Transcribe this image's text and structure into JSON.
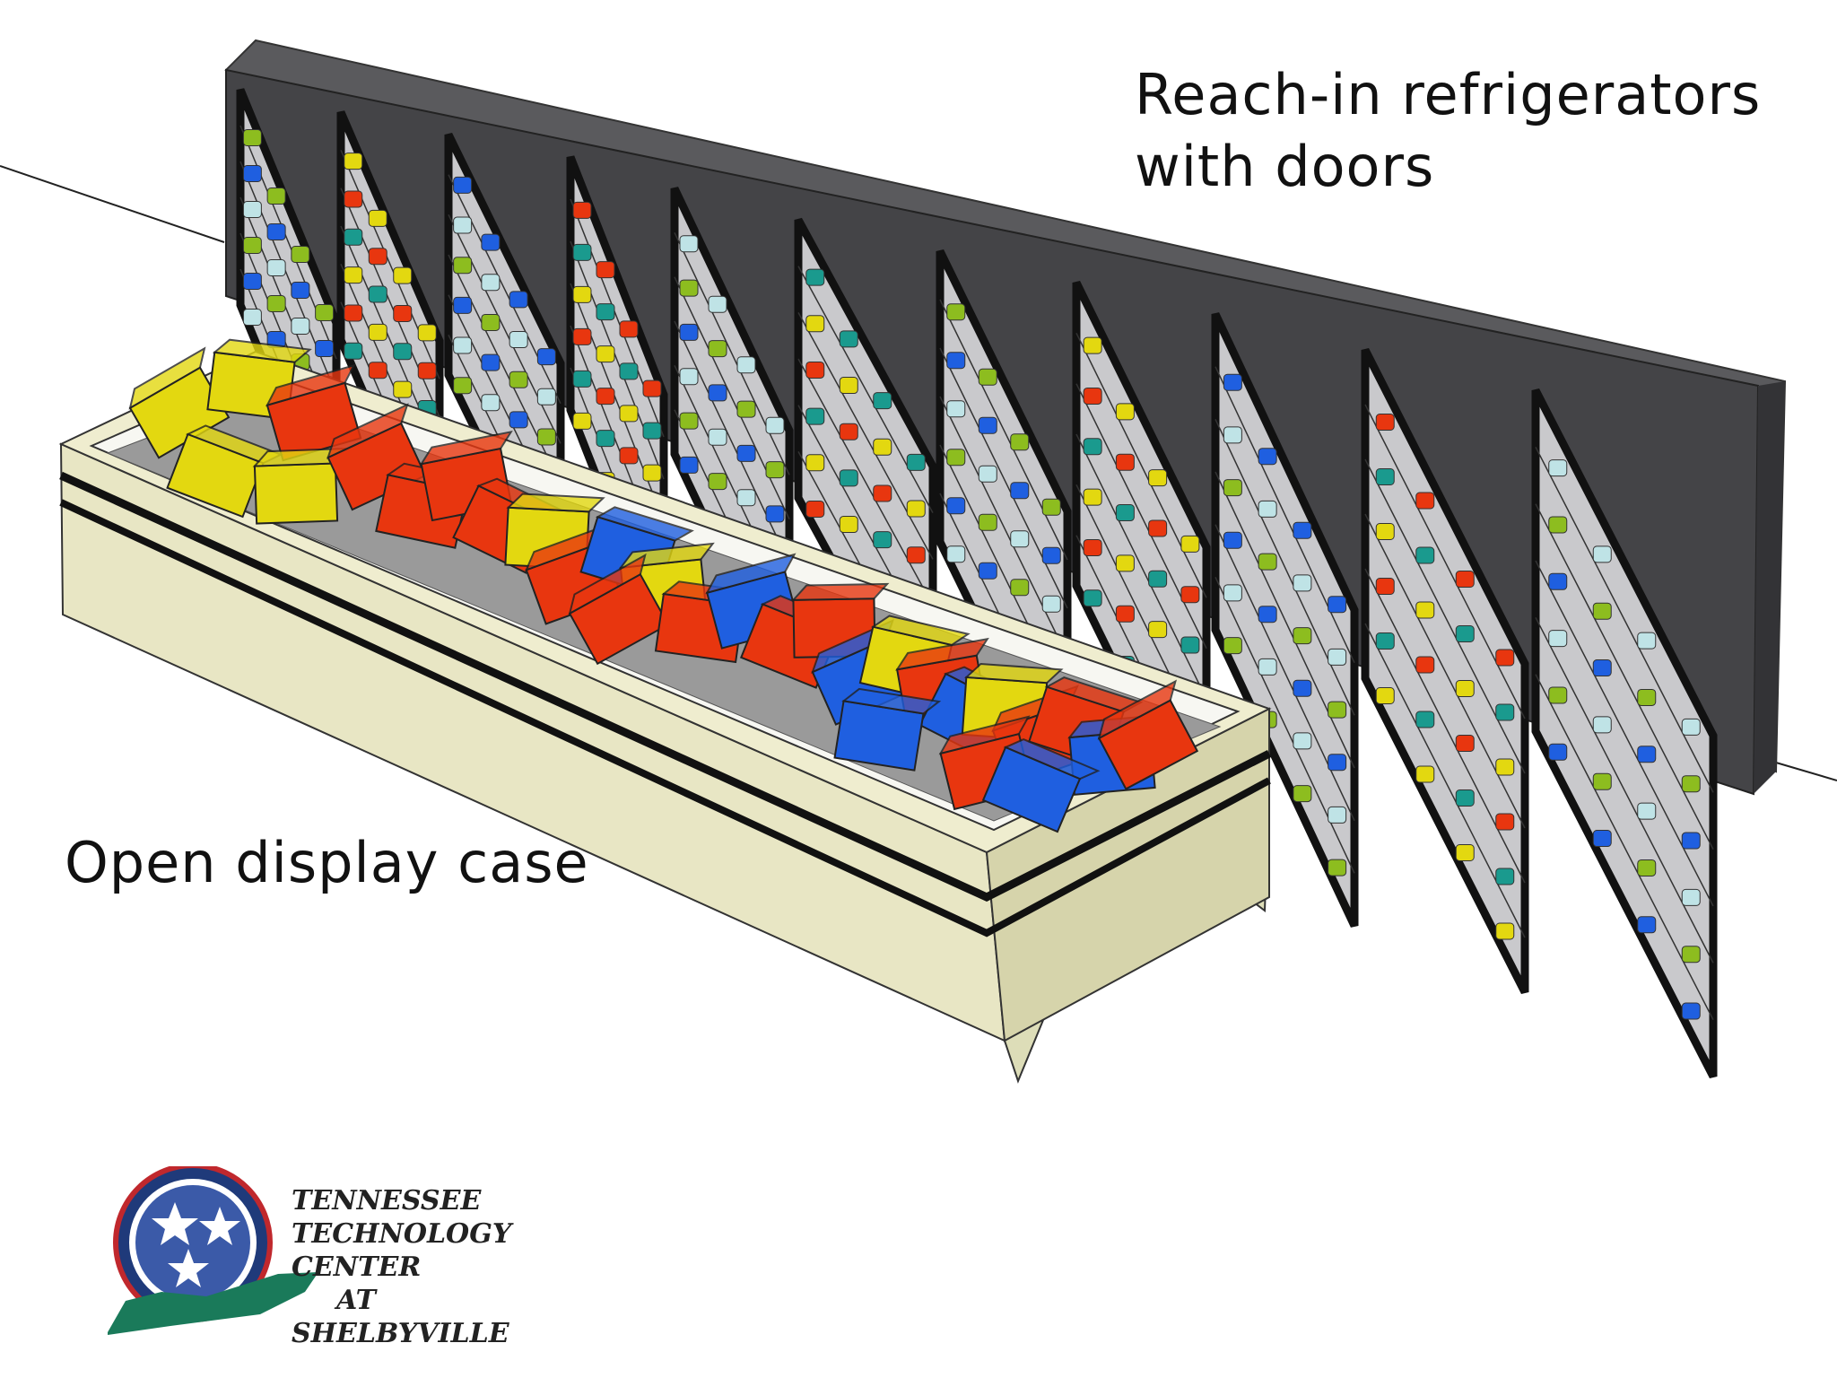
{
  "captions": {
    "reach_in_line1": "Reach-in refrigerators",
    "reach_in_line2": "with doors",
    "open_case": "Open display case"
  },
  "logo": {
    "line1": "TENNESSEE",
    "line2": "TECHNOLOGY",
    "line3": "CENTER",
    "line4": "AT",
    "line5": "SHELBYVILLE"
  },
  "colors": {
    "red": "#e8360f",
    "yellow": "#e3d810",
    "blue": "#1f5fe0",
    "green": "#8dbd1f",
    "lightblue": "#bfe3e6",
    "teal": "#1a9a8e",
    "cabinet": "#4a4a4d",
    "case": "#e8e6c4"
  }
}
